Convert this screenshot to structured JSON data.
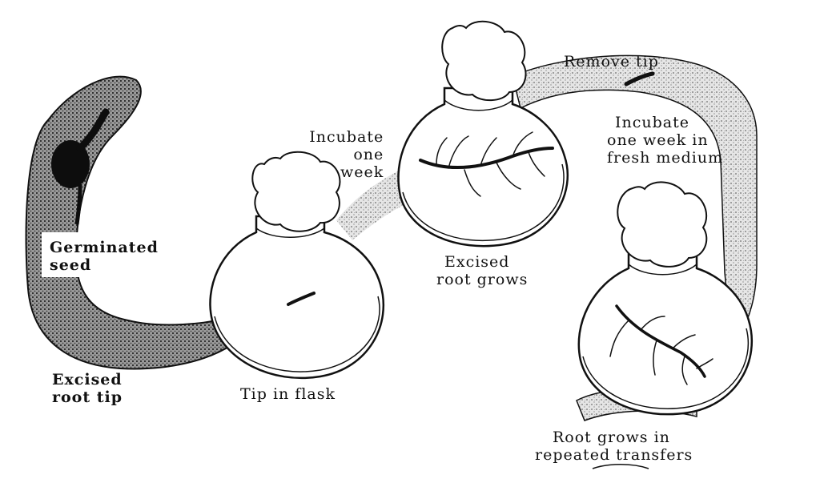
{
  "labels": {
    "germinated_seed": [
      "Germinated",
      "seed"
    ],
    "excised_root_tip": [
      "Excised",
      "root tip"
    ],
    "incubate_one_week": [
      "Incubate",
      "one",
      "week"
    ],
    "tip_in_flask": "Tip in flask",
    "excised_root_grows": [
      "Excised",
      "root grows"
    ],
    "remove_tip": "Remove tip",
    "incubate_fresh_medium": [
      "Incubate",
      "one week in",
      "fresh medium"
    ],
    "root_grows_transfers": [
      "Root grows in",
      "repeated transfers"
    ]
  },
  "colors": {
    "ink": "#111111",
    "stipple": "#8a8a8a",
    "band_fill": "#e4e4e4",
    "background": "#ffffff"
  }
}
